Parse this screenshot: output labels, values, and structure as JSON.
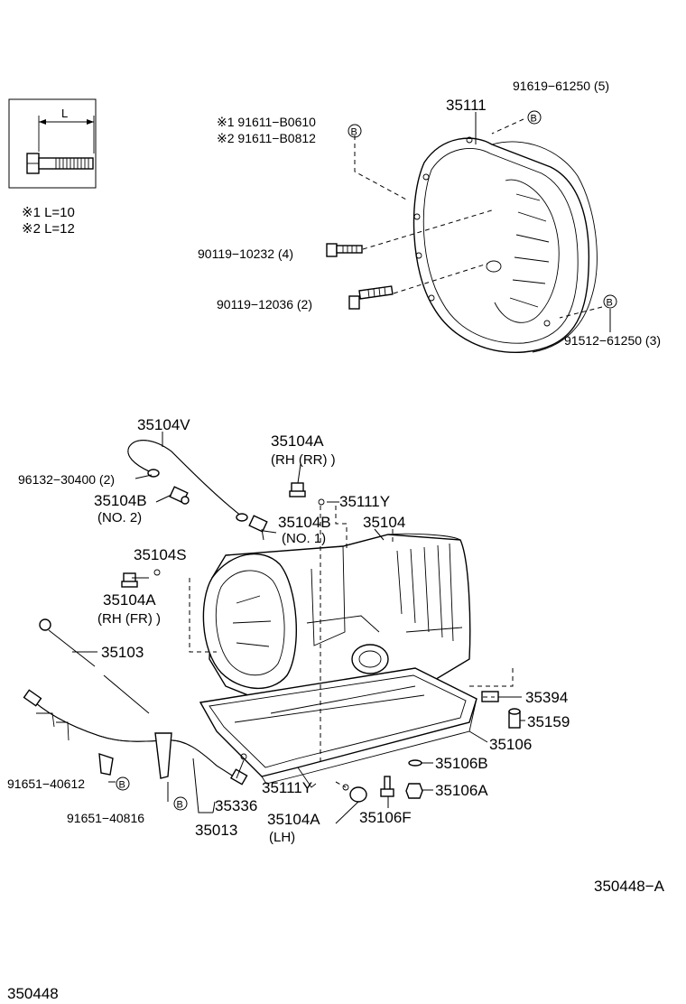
{
  "legend": {
    "dimension_letter": "L",
    "notes": [
      "※1  L=10",
      "※2  L=12"
    ]
  },
  "labels": {
    "p91619": "91619−61250 (5)",
    "p35111": "35111",
    "p91611a": "※1  91611−B0610",
    "p91611b": "※2  91611−B0812",
    "p90119a": "90119−10232 (4)",
    "p90119b": "90119−12036 (2)",
    "p91512": "91512−61250 (3)",
    "p35104V": "35104V",
    "p96132": "96132−30400 (2)",
    "p35104B2": "35104B",
    "p35104B2_note": "(NO. 2)",
    "p35104A_rr": "35104A",
    "p35104A_rr_note": "(RH (RR) )",
    "p35111Y_top": "35111Y",
    "p35104B1": "35104B",
    "p35104B1_note": "(NO. 1)",
    "p35104": "35104",
    "p35104S": "35104S",
    "p35104A_fr": "35104A",
    "p35104A_fr_note": "(RH (FR) )",
    "p35103": "35103",
    "p35394": "35394",
    "p35159": "35159",
    "p35106": "35106",
    "p35106B": "35106B",
    "p35106A": "35106A",
    "p35111Y_bot": "35111Y",
    "p35104A_lh": "35104A",
    "p35104A_lh_note": "(LH)",
    "p35106F": "35106F",
    "p91651a": "91651−40612",
    "p91651b": "91651−40816",
    "p35336": "35336",
    "p35013": "35013",
    "ref_right": "350448−A",
    "ref_bottom": "350448"
  },
  "badge_letter": "B"
}
